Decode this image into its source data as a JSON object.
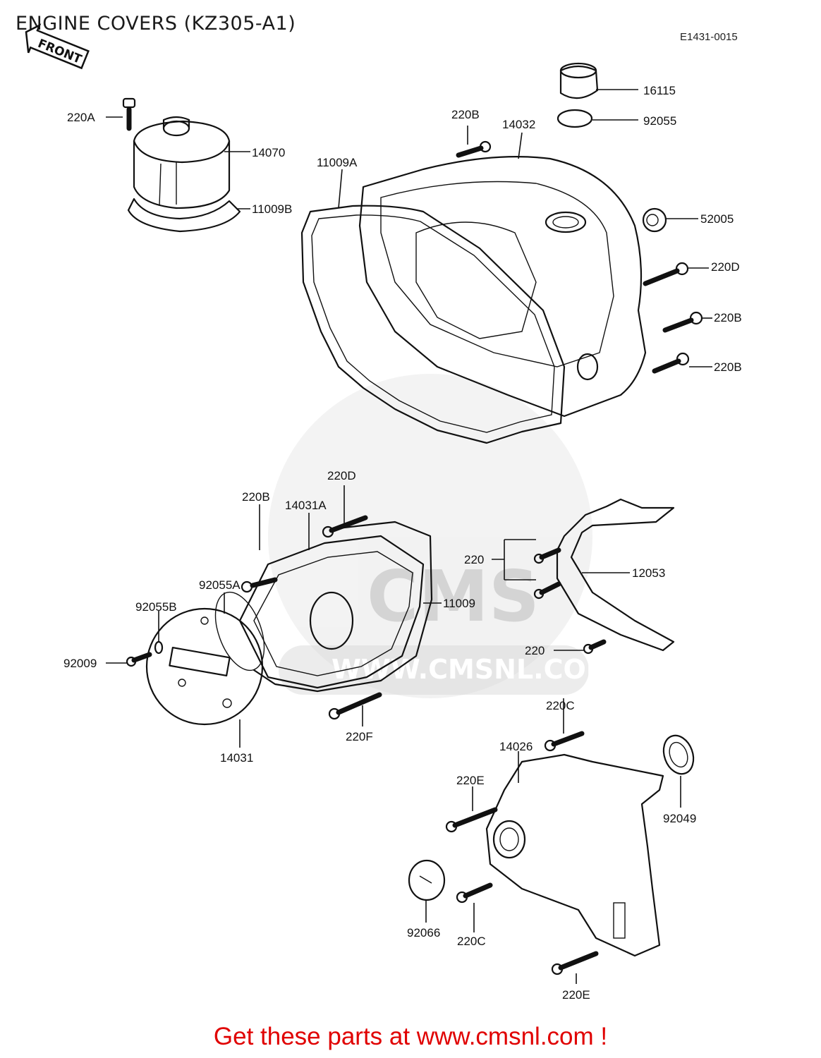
{
  "title": "ENGINE COVERS (KZ305-A1)",
  "diagram_code": "E1431-0015",
  "front_arrow_label": "FRONT",
  "watermark": {
    "brand": "CMS",
    "url": "WWW.CMSNL.COM"
  },
  "cta": "Get these parts at www.cmsnl.com !",
  "parts": [
    "220A",
    "14070",
    "11009B",
    "220B",
    "14032",
    "16115",
    "92055",
    "11009A",
    "52005",
    "220D",
    "220B",
    "220B",
    "220D",
    "220B",
    "14031A",
    "92055A",
    "92055B",
    "92009",
    "14031",
    "11009",
    "220F",
    "220",
    "12053",
    "220",
    "220C",
    "14026",
    "92049",
    "220E",
    "92066",
    "220C",
    "220E"
  ]
}
